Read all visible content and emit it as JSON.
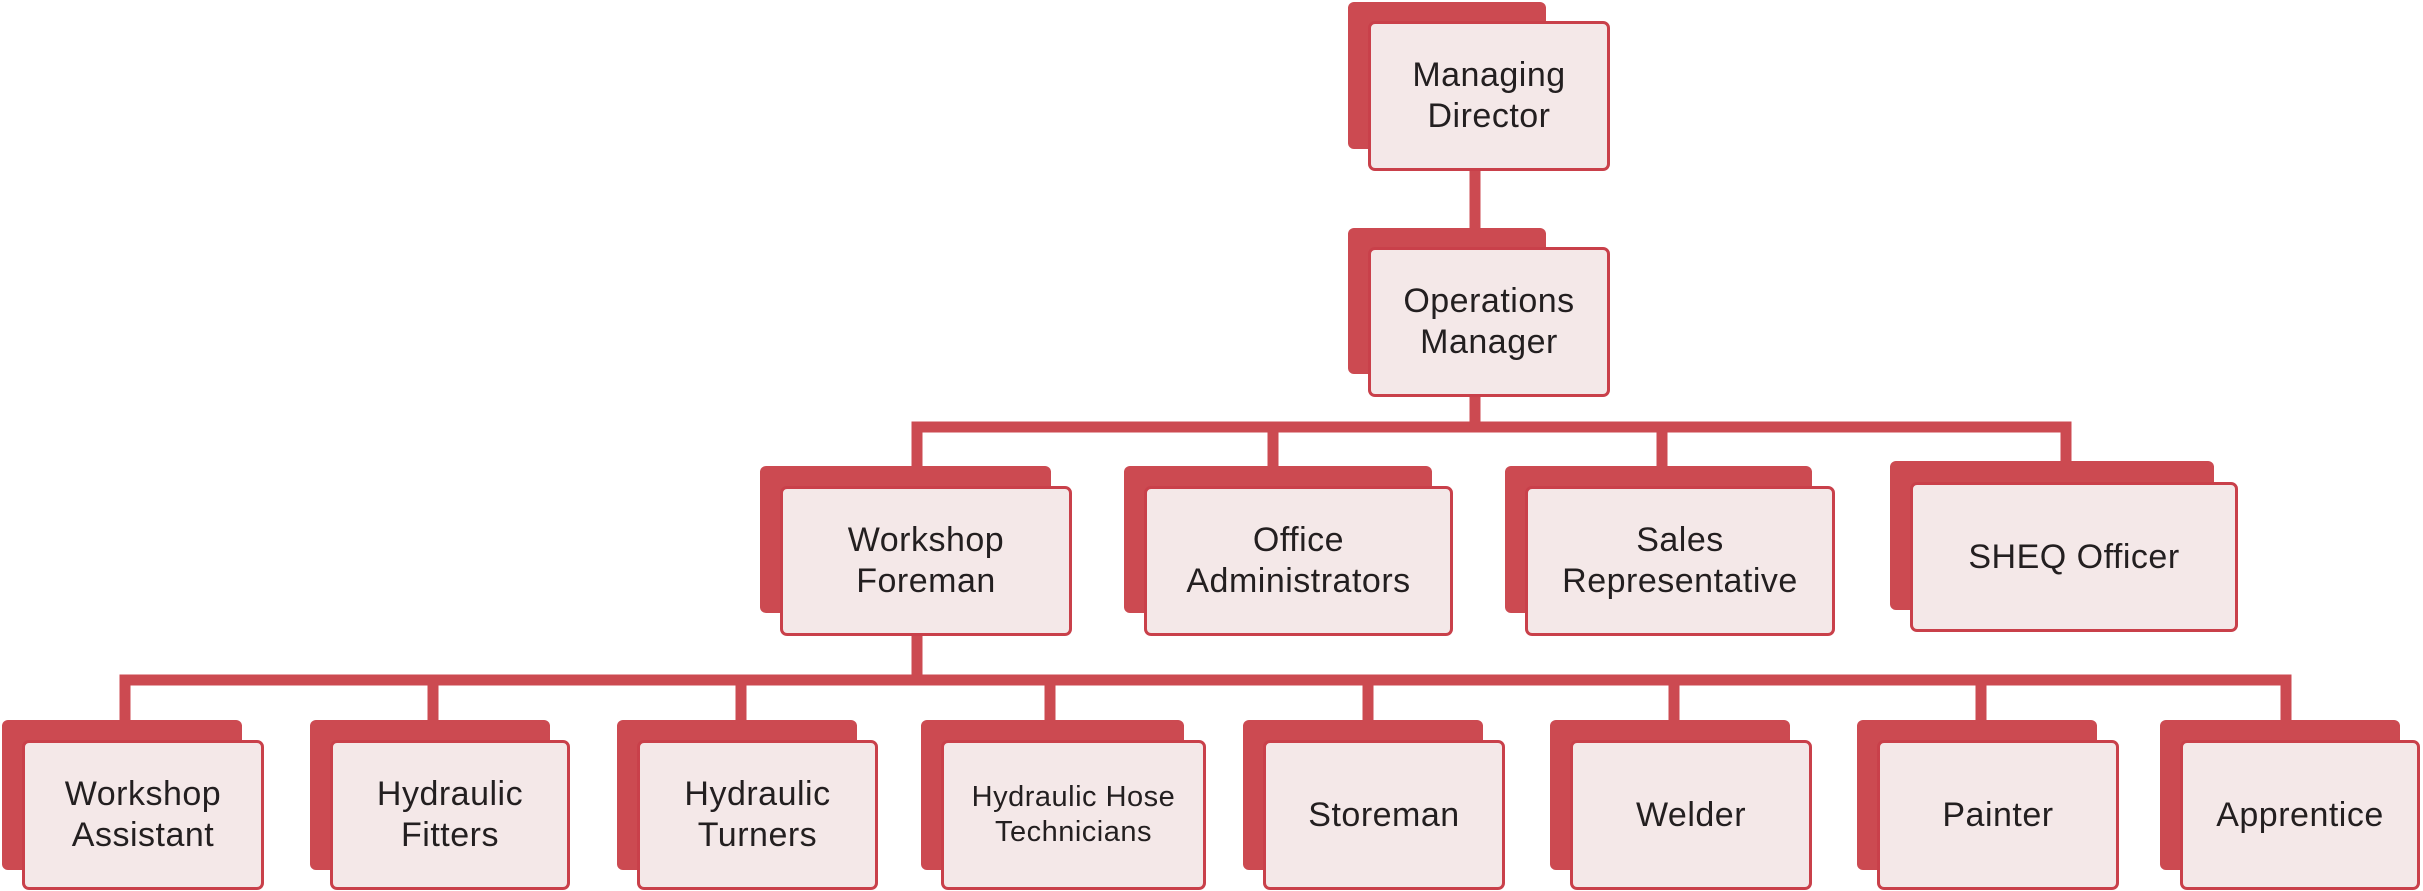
{
  "colors": {
    "accent": "#cc4a51",
    "box_fill": "#f4e8e8",
    "text": "#231f20"
  },
  "nodes": {
    "managing_director": "Managing\nDirector",
    "operations_manager": "Operations\nManager",
    "workshop_foreman": "Workshop\nForeman",
    "office_administrators": "Office\nAdministrators",
    "sales_representative": "Sales\nRepresentative",
    "sheq_officer": "SHEQ Officer",
    "workshop_assistant": "Workshop\nAssistant",
    "hydraulic_fitters": "Hydraulic\nFitters",
    "hydraulic_turners": "Hydraulic\nTurners",
    "hydraulic_hose_technicians": "Hydraulic Hose\nTechnicians",
    "storeman": "Storeman",
    "welder": "Welder",
    "painter": "Painter",
    "apprentice": "Apprentice"
  }
}
